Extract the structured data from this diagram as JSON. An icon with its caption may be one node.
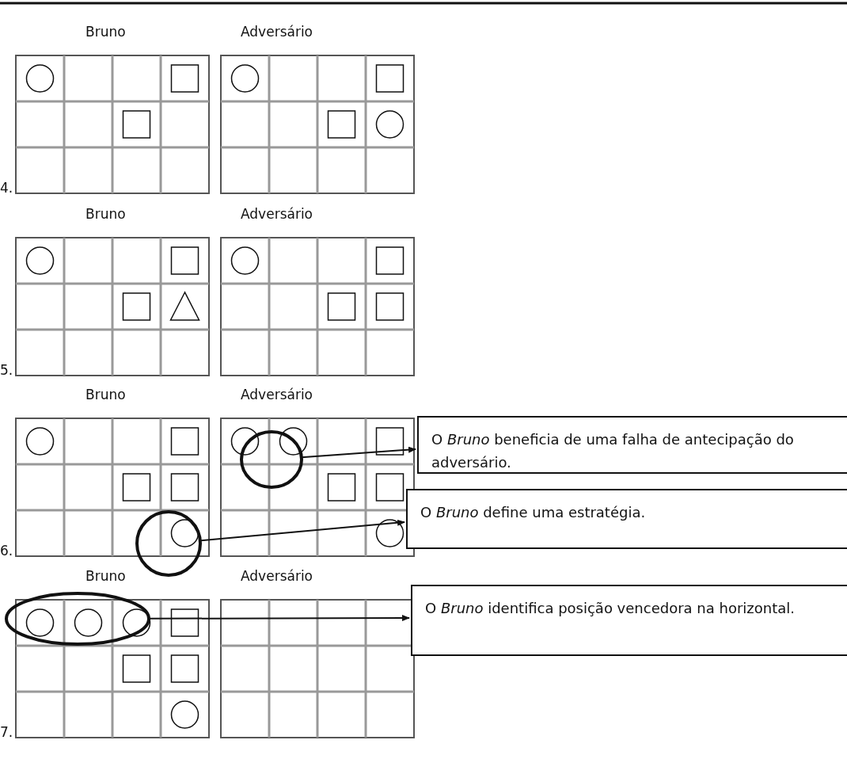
{
  "diagram": {
    "nodes": [
      {
        "text": [],
        "shape": "ellipse"
      },
      {
        "text": [
          "O *Bruno* beneficia de uma falha de antecipação do adversário."
        ]
      },
      {
        "text": [],
        "shape": "ellipse"
      },
      {
        "text": [
          "O *Bruno* define uma estratégia."
        ]
      },
      {
        "text": [],
        "shape": "ellipse"
      },
      {
        "text": [
          "O *Bruno* identifica posição vencedora na horizontal."
        ]
      }
    ],
    "edges": [
      {
        "from": 0,
        "to": 1,
        "arrow": "to"
      },
      {
        "from": 2,
        "to": 3,
        "arrow": "to"
      },
      {
        "from": 4,
        "to": 5,
        "arrow": "to"
      }
    ],
    "labels": [
      "Bruno",
      "Adversário",
      "4.",
      "Bruno",
      "Adversário",
      "5.",
      "Bruno",
      "Adversário",
      "6.",
      "Bruno",
      "Adversário",
      "7."
    ]
  }
}
